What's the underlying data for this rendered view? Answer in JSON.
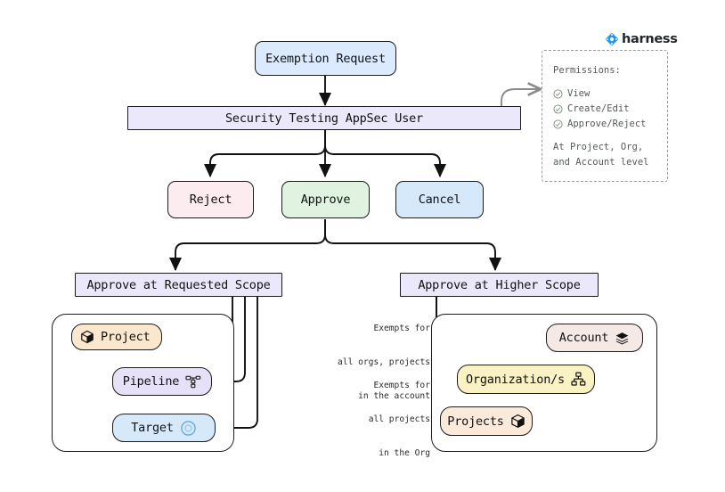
{
  "brand": {
    "name": "harness",
    "logo_color": "#2196f3",
    "logo_icon": "harness-diamond-icon"
  },
  "flow": {
    "start": {
      "label": "Exemption Request",
      "fill": "#dbeafe"
    },
    "actor": {
      "label": "Security Testing AppSec User",
      "fill": "#ebe8fb"
    },
    "actions": [
      {
        "label": "Reject",
        "fill": "#fdecef"
      },
      {
        "label": "Approve",
        "fill": "#dff3e0"
      },
      {
        "label": "Cancel",
        "fill": "#d6e9fb"
      }
    ],
    "scopes": [
      {
        "label": "Approve at Requested Scope",
        "fill": "#ebe8fb"
      },
      {
        "label": "Approve at Higher Scope",
        "fill": "#ebe8fb"
      }
    ]
  },
  "permissions": {
    "title": "Permissions:",
    "items": [
      {
        "icon": "check-circle-icon",
        "label": "View"
      },
      {
        "icon": "check-circle-icon",
        "label": "Create/Edit"
      },
      {
        "icon": "check-circle-icon",
        "label": "Approve/Reject"
      }
    ],
    "footer_line1": "At Project, Org,",
    "footer_line2": "and Account level"
  },
  "requested_scope": {
    "nodes": [
      {
        "label": "Project",
        "icon": "cube-icon",
        "icon_side": "left",
        "fill": "#fbe7cd"
      },
      {
        "label": "Pipeline",
        "icon": "pipeline-icon",
        "icon_side": "right",
        "fill": "#e6e1f7"
      },
      {
        "label": "Target",
        "icon": "target-icon",
        "icon_side": "right",
        "fill": "#d6e9fb"
      }
    ]
  },
  "higher_scope": {
    "nodes": [
      {
        "label": "Account",
        "icon": "layers-icon",
        "icon_side": "right",
        "fill": "#f5e9e6"
      },
      {
        "label": "Organization/s",
        "icon": "orgchart-icon",
        "icon_side": "right",
        "fill": "#fbf2c4"
      },
      {
        "label": "Projects",
        "icon": "cube-icon",
        "icon_side": "right",
        "fill": "#fbeada"
      }
    ],
    "edge_labels": [
      {
        "lines": [
          "Exempts for",
          "all orgs, projects",
          "in the account"
        ]
      },
      {
        "lines": [
          "Exempts for",
          "all projects",
          "in the Org"
        ]
      }
    ]
  }
}
